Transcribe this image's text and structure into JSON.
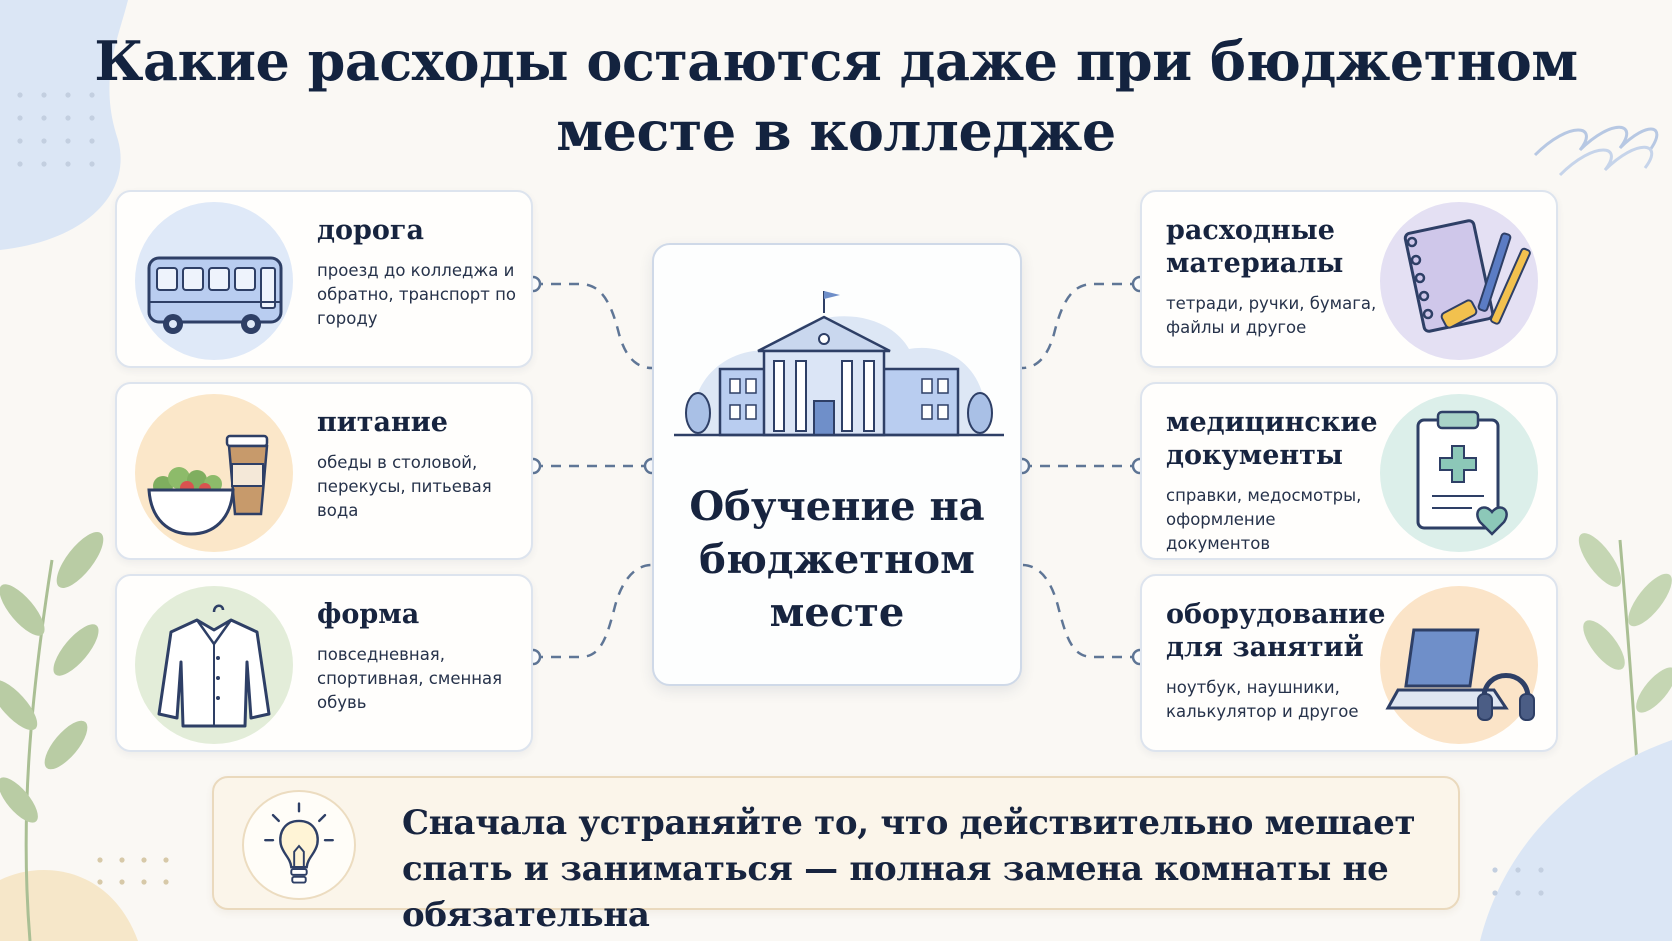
{
  "title": "Какие расходы остаются даже при бюджетном месте в колледже",
  "center": {
    "label": "Обучение на бюджетном месте",
    "icon": "college-building-icon"
  },
  "left_items": [
    {
      "title": "дорога",
      "text": "проезд до колледжа и обратно, транспорт по городу",
      "icon": "bus-icon"
    },
    {
      "title": "питание",
      "text": "обеды в столовой, перекусы, питьевая вода",
      "icon": "salad-coffee-icon"
    },
    {
      "title": "форма",
      "text": "повседневная, спортивная, сменная обувь",
      "icon": "shirt-icon"
    }
  ],
  "right_items": [
    {
      "title": "расходные материалы",
      "text": "тетради, ручки, бумага, файлы и другое",
      "icon": "notebook-pens-icon"
    },
    {
      "title": "медицинские документы",
      "text": "справки, медосмотры, оформление документов",
      "icon": "medical-clipboard-icon"
    },
    {
      "title": "оборудование для занятий",
      "text": "ноутбук, наушники, калькулятор и другое",
      "icon": "laptop-headphones-icon"
    }
  ],
  "tip": {
    "text": "Сначала устраняйте то, что действительно мешает спать и заниматься — полная замена комнаты не обязательна",
    "icon": "lightbulb-icon"
  },
  "colors": {
    "title": "#13233f",
    "connector": "#5f7696",
    "circle_blue": "#dfe9f8",
    "circle_peach": "#fbe7c9",
    "circle_green": "#e3edd9",
    "circle_lavender": "#e4e0f3",
    "circle_mint": "#dcefea",
    "circle_orange": "#fbe4c8"
  }
}
